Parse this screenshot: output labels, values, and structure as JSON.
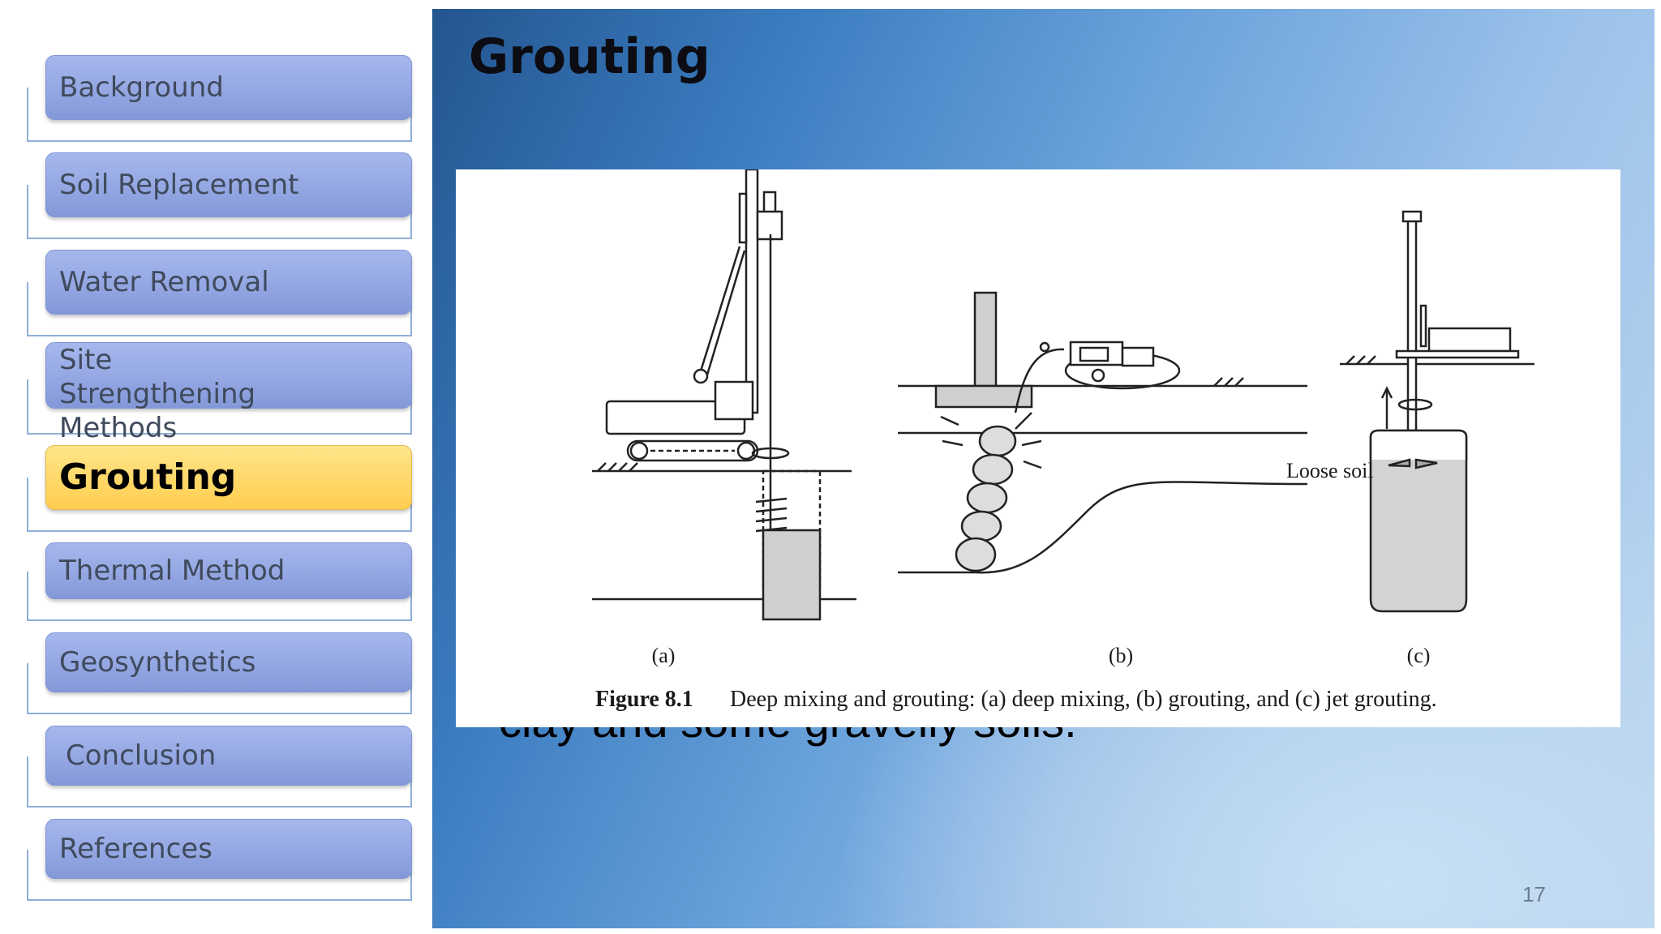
{
  "sidebar": {
    "items": [
      {
        "label": "Background",
        "active": false
      },
      {
        "label": "Soil Replacement",
        "active": false
      },
      {
        "label": "Water Removal",
        "active": false
      },
      {
        "label": "Site Strengthening Methods",
        "active": false
      },
      {
        "label": "Grouting",
        "active": true
      },
      {
        "label": "Thermal Method",
        "active": false
      },
      {
        "label": "Geosynthetics",
        "active": false
      },
      {
        "label": "Conclusion",
        "active": false
      },
      {
        "label": "References",
        "active": false
      }
    ]
  },
  "slide": {
    "title": "Grouting",
    "body_text_partial": "clay and some gravelly soils.",
    "page_number": "17",
    "figure": {
      "label_a": "(a)",
      "label_b": "(b)",
      "label_c": "(c)",
      "soil_label": "Loose soil",
      "caption_number": "Figure 8.1",
      "caption_text": "Deep mixing and grouting: (a) deep mixing, (b) grouting, and (c) jet grouting."
    }
  },
  "colors": {
    "nav_button": "#94a7e3",
    "nav_active": "#ffd766",
    "slide_blue_dark": "#24558f",
    "slide_blue_light": "#c0d9f0"
  }
}
